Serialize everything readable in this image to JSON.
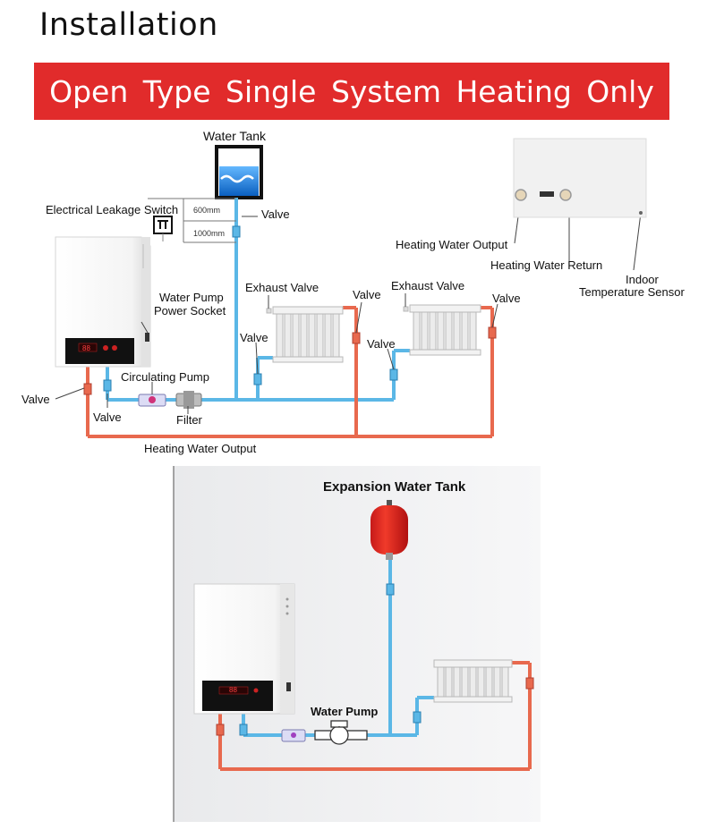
{
  "page_title": "Installation",
  "banner": "Open Type Single System Heating Only",
  "top_diagram": {
    "water_tank": "Water Tank",
    "leakage_switch": "Electrical Leakage Switch",
    "dim_600": "600mm",
    "dim_1000": "1000mm",
    "valve_tank": "Valve",
    "water_pump_socket_line1": "Water Pump",
    "water_pump_socket_line2": "Power Socket",
    "exhaust_valve_1": "Exhaust Valve",
    "exhaust_valve_2": "Exhaust Valve",
    "valve_mid_left": "Valve",
    "valve_mid_top": "Valve",
    "valve_mid_right": "Valve",
    "valve_right": "Valve",
    "valve_boiler_left": "Valve",
    "valve_boiler_bottom": "Valve",
    "circulating_pump": "Circulating Pump",
    "filter": "Filter",
    "heating_water_output_bottom": "Heating Water Output",
    "heating_water_output_panel": "Heating Water Output",
    "heating_water_return": "Heating Water Return",
    "indoor_sensor_line1": "Indoor",
    "indoor_sensor_line2": "Temperature Sensor",
    "boiler_display": "88"
  },
  "bottom_diagram": {
    "expansion_tank": "Expansion Water Tank",
    "water_pump": "Water Pump",
    "boiler_display": "88"
  },
  "colors": {
    "banner_red": "#e12b2b",
    "hot_pipe": "#e8694e",
    "cold_pipe": "#5bb7e6",
    "tank_water": "#1f7fd9"
  }
}
